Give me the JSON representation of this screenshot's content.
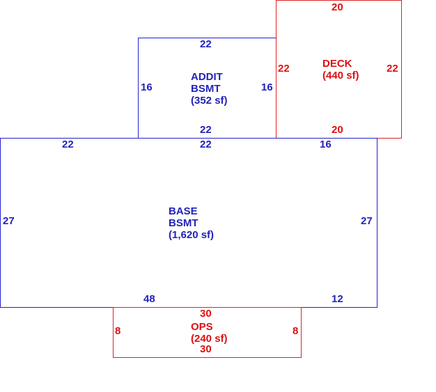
{
  "colors": {
    "main": "#2222cc",
    "exterior": "#dd2222"
  },
  "areas": {
    "addit": {
      "name_line1": "ADDIT",
      "name_line2": "BSMT",
      "area": "(352 sf)",
      "dims": {
        "top": "22",
        "bottom": "22",
        "left": "16",
        "right": "16"
      }
    },
    "deck": {
      "name_line1": "DECK",
      "area": "(440 sf)",
      "dims": {
        "top": "20",
        "bottom": "20",
        "left": "22",
        "right": "22"
      }
    },
    "base": {
      "name_line1": "BASE",
      "name_line2": "BSMT",
      "area": "(1,620 sf)",
      "dims": {
        "top_left": "22",
        "top_mid": "22",
        "top_right": "16",
        "left": "27",
        "right": "27",
        "bottom_left": "48",
        "bottom_right": "12"
      }
    },
    "ops": {
      "name_line1": "OPS",
      "area": "(240 sf)",
      "dims": {
        "top": "30",
        "bottom": "30",
        "left": "8",
        "right": "8"
      }
    }
  }
}
